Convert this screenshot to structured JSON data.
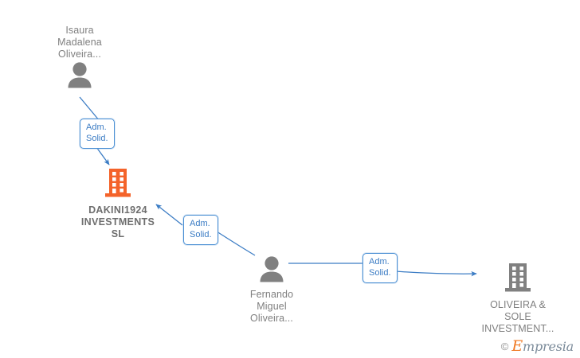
{
  "diagram": {
    "title": "DAKINI1924 INVESTMENTS SL corporate relationship chart",
    "accent_color": "#f4632a",
    "line_color": "#4a8fd4",
    "text_color": "#7f7f7f",
    "nodes": [
      {
        "id": "isaura",
        "type": "person",
        "icon": "person-icon",
        "label": "Isaura\nMadalena\nOliveira...",
        "color": "#808080"
      },
      {
        "id": "dakini",
        "type": "company",
        "icon": "company-building-icon",
        "label": "DAKINI1924\nINVESTMENTS\nSL",
        "color": "#f4632a"
      },
      {
        "id": "fernando",
        "type": "person",
        "icon": "person-icon",
        "label": "Fernando\nMiguel\nOliveira...",
        "color": "#808080"
      },
      {
        "id": "oliveira_sole",
        "type": "company",
        "icon": "company-building-icon",
        "label": "OLIVEIRA &\nSOLE\nINVESTMENT...",
        "color": "#808080"
      }
    ],
    "edges": [
      {
        "id": "edge-isaura-dakini",
        "from": "isaura",
        "to": "dakini",
        "label": "Adm.\nSolid."
      },
      {
        "id": "edge-fernando-dakini",
        "from": "fernando",
        "to": "dakini",
        "label": "Adm.\nSolid."
      },
      {
        "id": "edge-fernando-oliveira-sole",
        "from": "fernando",
        "to": "oliveira_sole",
        "label": "Adm.\nSolid."
      }
    ]
  },
  "watermark": {
    "copyright": "©",
    "brand_initial": "E",
    "brand_rest": "mpresia"
  }
}
